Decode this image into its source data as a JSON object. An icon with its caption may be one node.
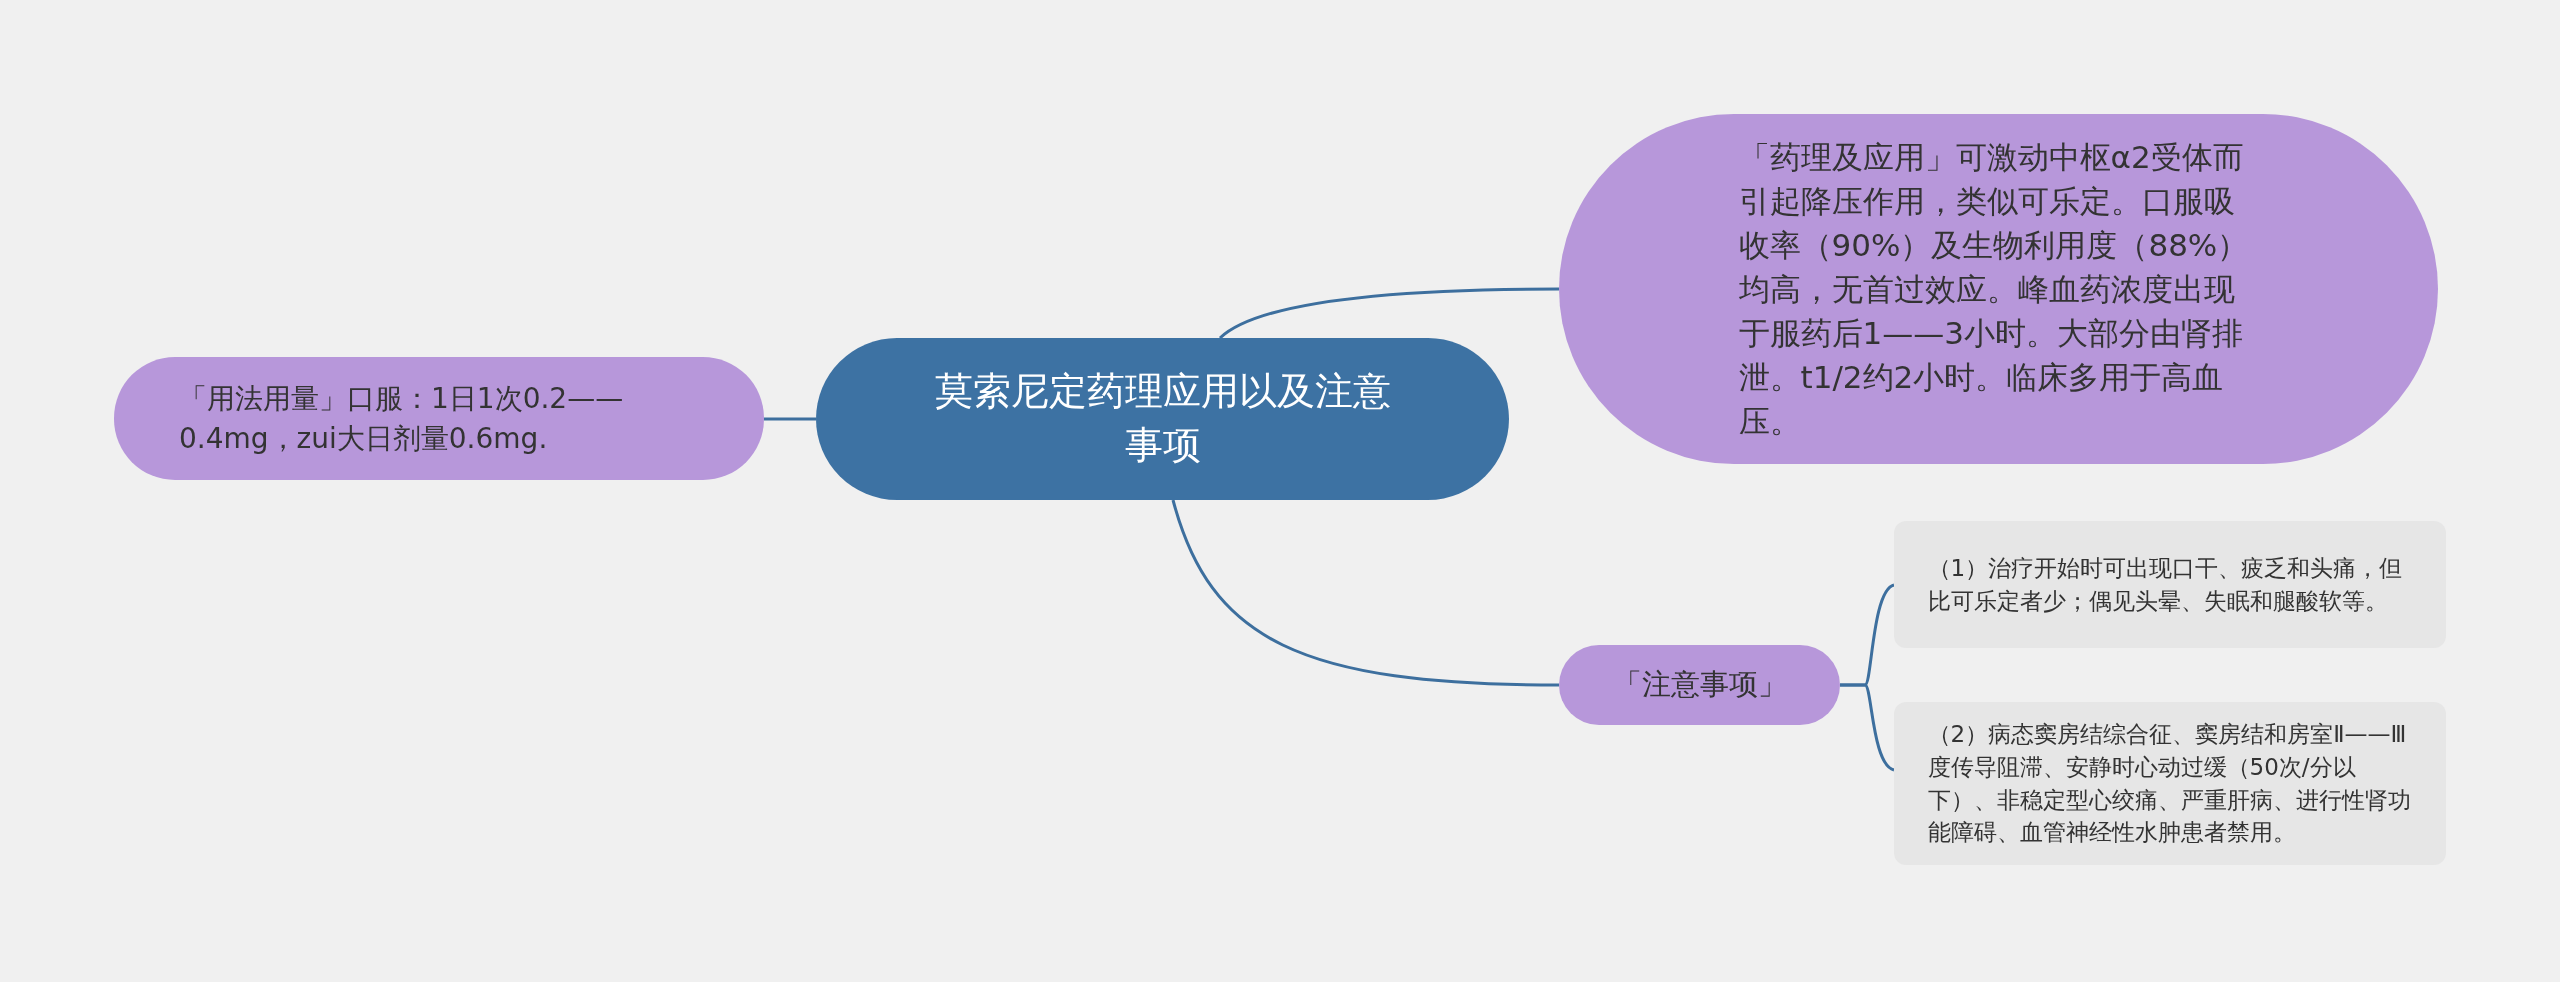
{
  "diagram": {
    "nodes": [
      {
        "text": [
          "莫索尼定药理应用以及注意事项"
        ]
      },
      {
        "text": [
          "「药理及应用」可激动中枢α2受体而引起降压作用，类似可乐定。口服吸收率（90%）及生物利用度（88%）均高，无首过效应。峰血药浓度出现于服药后1——3小时。大部分由肾排泄。t1/2约2小时。临床多用于高血压。"
        ]
      },
      {
        "text": [
          "「用法用量」口服：1日1次0.2——0.4mg，zui大日剂量0.6mg."
        ]
      },
      {
        "text": [
          "「注意事项」"
        ]
      },
      {
        "text": [
          "（1）治疗开始时可出现口干、疲乏和头痛，但比可乐定者少；偶见头晕、失眠和腿酸软等。"
        ]
      },
      {
        "text": [
          "（2）病态窦房结综合征、窦房结和房室Ⅱ——Ⅲ度传导阻滞、安静时心动过缓（50次/分以下）、非稳定型心绞痛、严重肝病、进行性肾功能障碍、血管神经性水肿患者禁用。"
        ]
      }
    ],
    "edges": [
      {
        "from": 0,
        "to": 1,
        "arrow": "none"
      },
      {
        "from": 0,
        "to": 2,
        "arrow": "none"
      },
      {
        "from": 0,
        "to": 3,
        "arrow": "none"
      },
      {
        "from": 3,
        "to": 4,
        "arrow": "none"
      },
      {
        "from": 3,
        "to": 5,
        "arrow": "none"
      }
    ]
  }
}
